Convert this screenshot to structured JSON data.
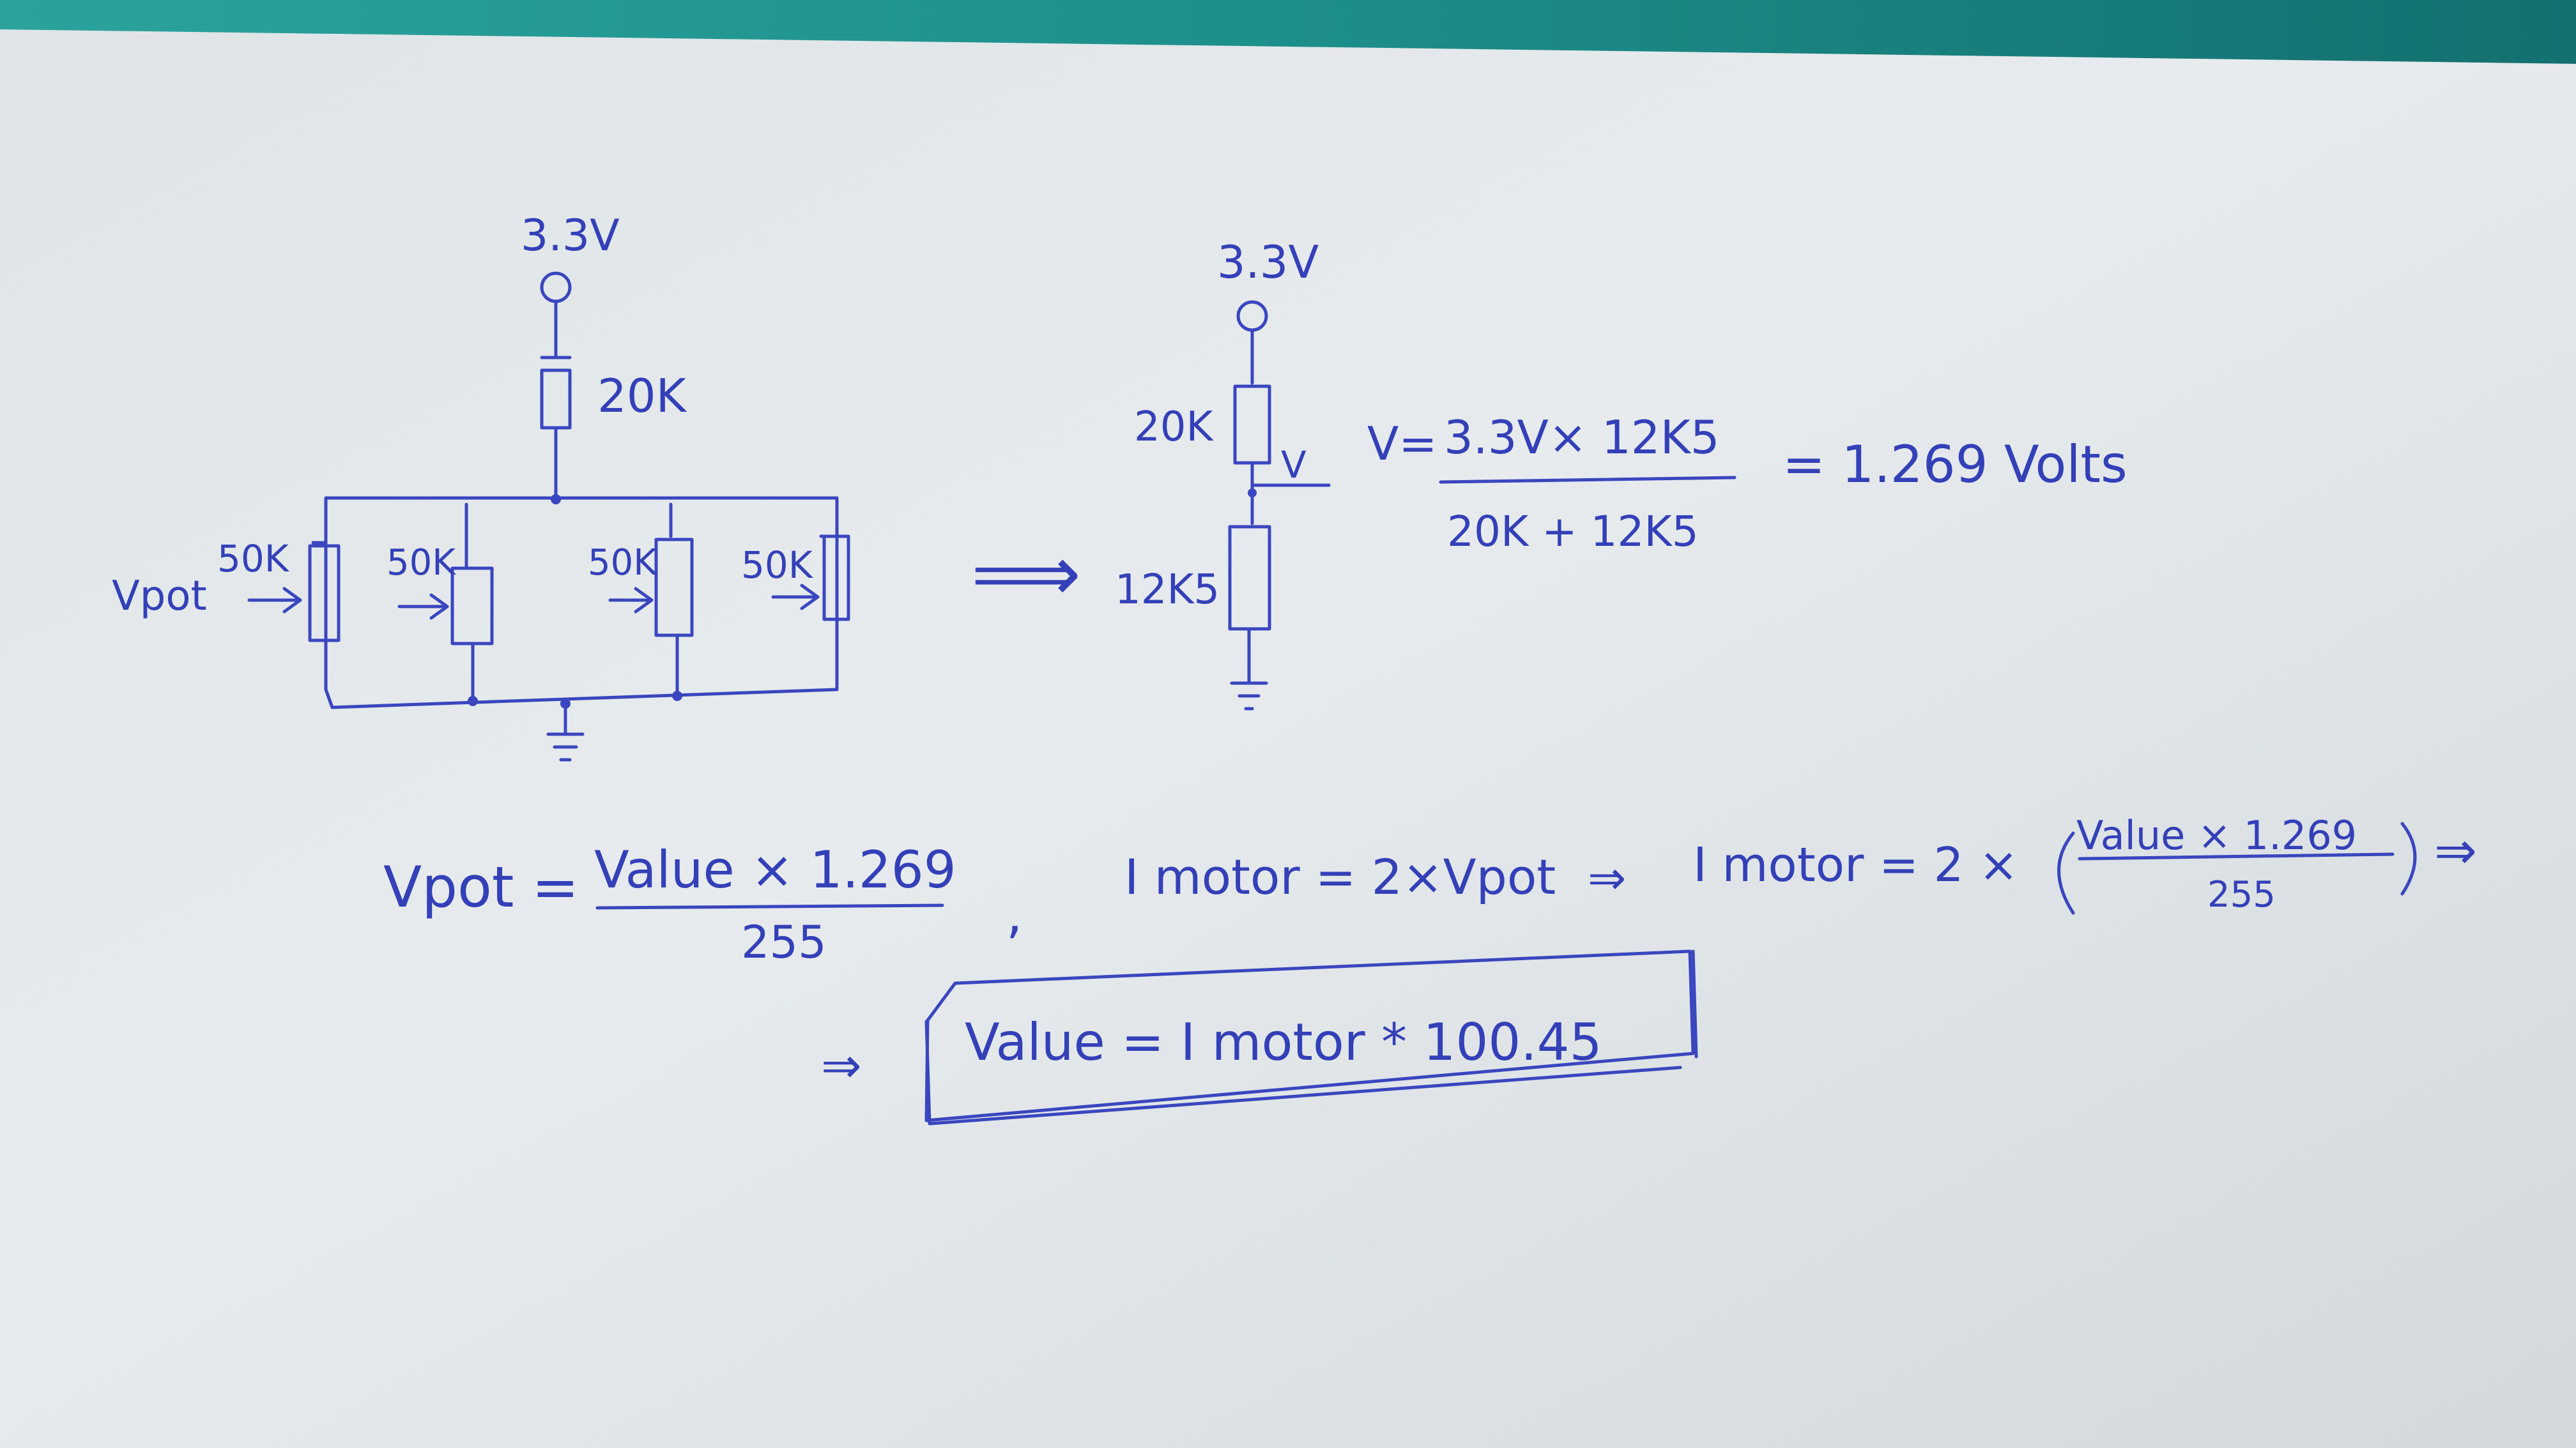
{
  "circuit_left": {
    "supply_label": "3.3V",
    "top_resistor_label": "20K",
    "vpot_label": "Vpot",
    "pot_labels": [
      "50K",
      "50K",
      "50K",
      "50K"
    ]
  },
  "arrow_between_circuits": "⟹",
  "circuit_right": {
    "supply_label": "3.3V",
    "top_resistor_label": "20K",
    "node_label": "V",
    "bottom_resistor_label": "12K5"
  },
  "voltage_formula": {
    "lhs": "V=",
    "numerator": "3.3V× 12K5",
    "denominator": "20K + 12K5",
    "result": "= 1.269 Volts"
  },
  "vpot_formula": {
    "lhs": "Vpot =",
    "numerator": "Value × 1.269",
    "denominator": "255",
    "separator": ","
  },
  "imotor_formula": {
    "part1": "I motor = 2×Vpot",
    "implies1": "⇒",
    "part2": "I motor = 2 ×",
    "numerator": "Value × 1.269",
    "denominator": "255",
    "implies2": "⇒"
  },
  "final_result": {
    "implies": "⇒",
    "text": "Value = I motor * 100.45"
  }
}
